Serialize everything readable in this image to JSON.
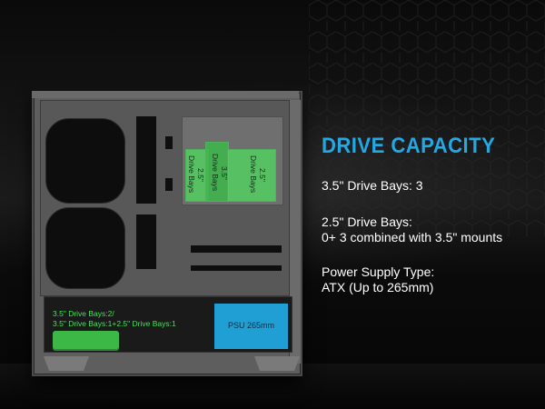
{
  "heading": "DRIVE CAPACITY",
  "specs": {
    "line1": "3.5\" Drive Bays: 3",
    "line2": "2.5\" Drive Bays:",
    "line3": "0+ 3 combined with 3.5\" mounts",
    "line4": "Power Supply Type:",
    "line5": "ATX (Up to 265mm)"
  },
  "case_labels": {
    "bay_a": "2.5\"\nDrive Bays",
    "bay_b": "3.5\"\nDrive Bays",
    "bay_c": "2.5\"\nDrive Bays",
    "chamber_line1": "3.5\" Drive Bays:2/",
    "chamber_line2": "3.5\" Drive Bays:1+2.5\" Drive Bays:1",
    "psu": "PSU 265mm"
  },
  "colors": {
    "accent": "#23a8e6",
    "drive_green": "#49e05a",
    "psu_blue": "#1f9fd3"
  }
}
